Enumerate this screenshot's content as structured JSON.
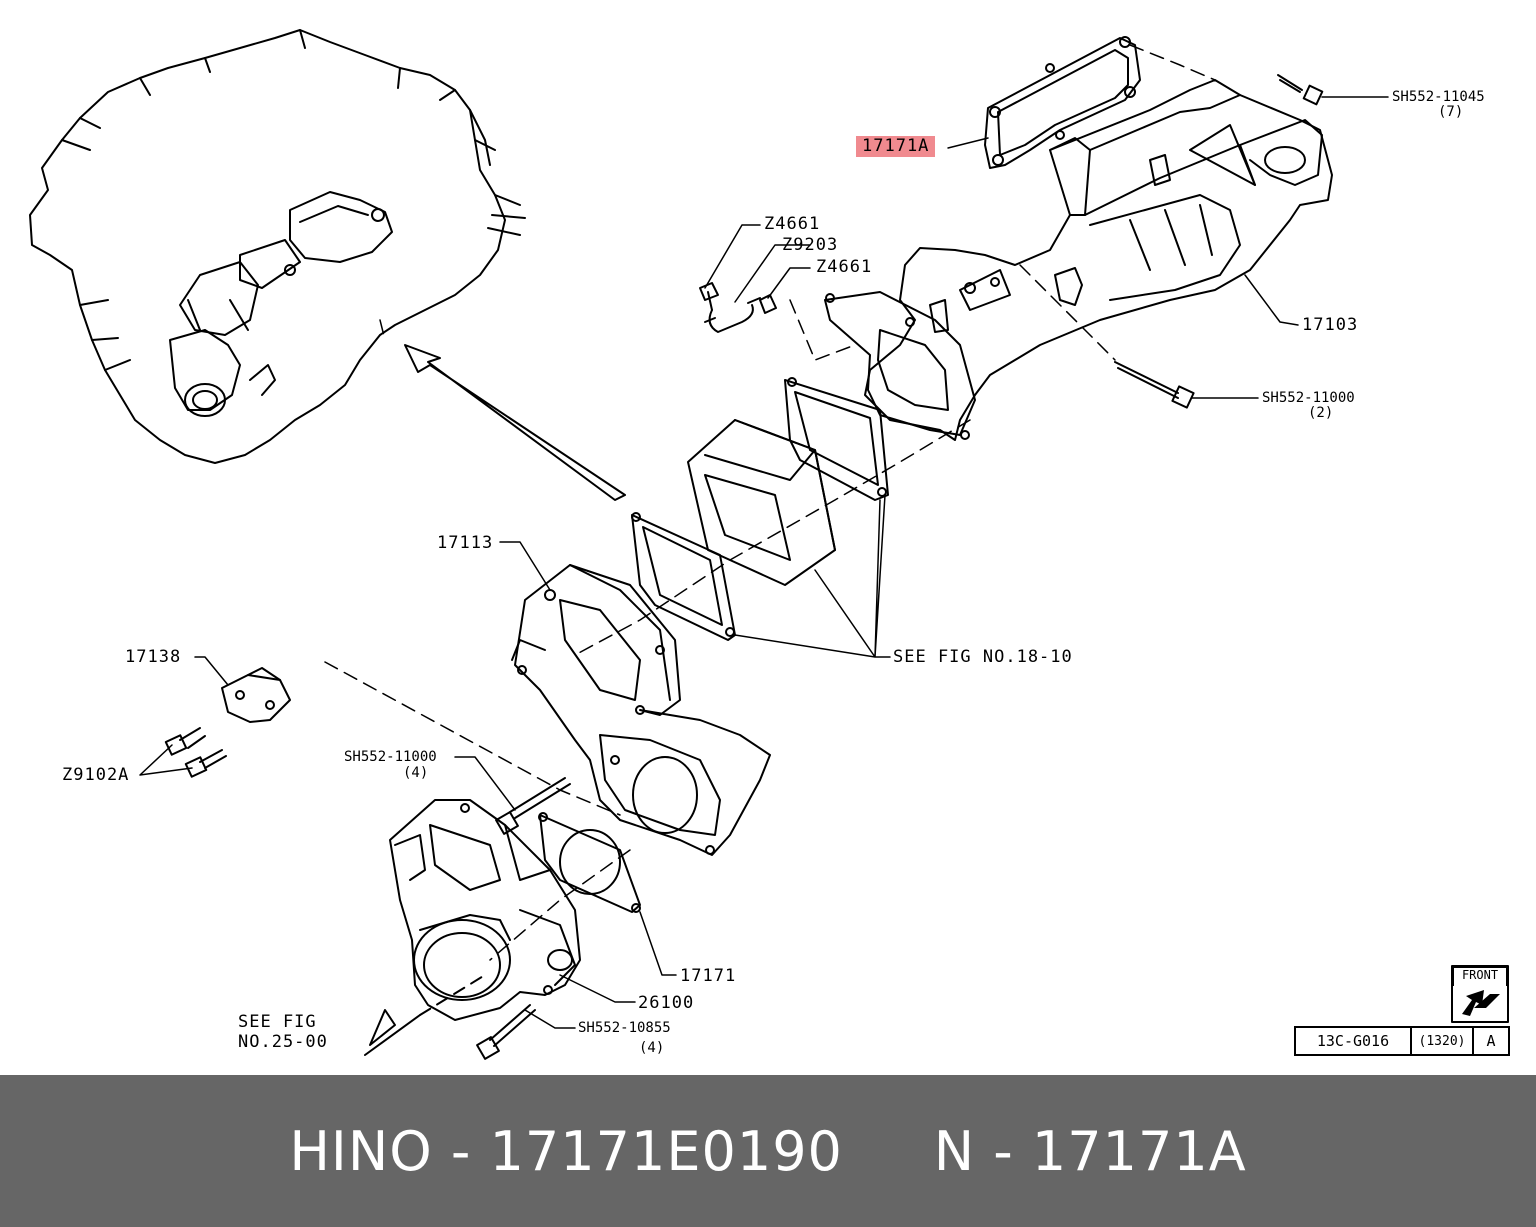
{
  "labels": {
    "p17171A": "17171A",
    "sh552_11045": "SH552-11045",
    "sh552_11045_qty": "(7)",
    "z4661_a": "Z4661",
    "z9203": "Z9203",
    "z4661_b": "Z4661",
    "p17103": "17103",
    "sh552_11000_top": "SH552-11000",
    "sh552_11000_top_qty": "(2)",
    "p17113": "17113",
    "see_fig_18_10": "SEE FIG NO.18-10",
    "p17138": "17138",
    "z9102a": "Z9102A",
    "sh552_11000_mid": "SH552-11000",
    "sh552_11000_mid_qty": "(4)",
    "p17171": "17171",
    "p26100": "26100",
    "sh552_10855": "SH552-10855",
    "sh552_10855_qty": "(4)",
    "see_fig_25_00_line1": "SEE FIG",
    "see_fig_25_00_line2": "NO.25-00"
  },
  "ref_box": {
    "front": "FRONT",
    "code": "13C-G016",
    "num": "(1320)",
    "letter": "A"
  },
  "footer": {
    "text": "HINO - 17171E0190     N - 17171A"
  },
  "colors": {
    "highlight": "#f08a8f",
    "footer_bg": "#666666",
    "line": "#000000"
  }
}
